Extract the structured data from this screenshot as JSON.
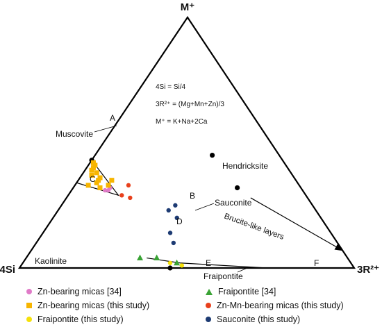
{
  "chart_data": {
    "type": "ternary_scatter",
    "apices": {
      "top": "M⁺",
      "left": "4Si",
      "right": "3R²⁺"
    },
    "formulas": [
      "4Si = Si/4",
      "3R²⁺ = (Mg+Mn+Zn)/3",
      "M⁺ = K+Na+2Ca"
    ],
    "reference_points": [
      {
        "name": "Muscovite",
        "letter": "A",
        "a": 0.57,
        "b": 0.43,
        "c": 0.0
      },
      {
        "name": "Hendricksite",
        "a": 0.2,
        "b": 0.45,
        "c": 0.35
      },
      {
        "name": "Sauconite",
        "a": 0.19,
        "b": 0.32,
        "c": 0.49
      },
      {
        "name": "Fraipontite",
        "a": 0.55,
        "b": 0.0,
        "c": 0.45
      },
      {
        "name": "Kaolinite",
        "label_only": true
      }
    ],
    "field_labels": [
      {
        "text": "A"
      },
      {
        "text": "B"
      },
      {
        "text": "C"
      },
      {
        "text": "D"
      },
      {
        "text": "E"
      },
      {
        "text": "F"
      }
    ],
    "field_polygon": [
      {
        "a": 0.57,
        "b": 0.43,
        "c": 0.0
      },
      {
        "a": 0.56,
        "b": 0.29,
        "c": 0.15
      },
      {
        "a": 0.66,
        "b": 0.34,
        "c": 0.0
      }
    ],
    "trend_line": [
      {
        "a": 0.6,
        "b": 0.04,
        "c": 0.36
      },
      {
        "a": 0.26,
        "b": 0.0,
        "c": 0.74
      }
    ],
    "arrow": {
      "label": "Brucite-like layers",
      "from": {
        "a": 0.17,
        "b": 0.28,
        "c": 0.55
      },
      "to": {
        "a": 0.0,
        "b": 0.07,
        "c": 0.93
      }
    },
    "series": [
      {
        "name": "Zn-bearing micas [34]",
        "marker": "circle",
        "color": "#e07bc8",
        "points": [
          {
            "a": 0.59,
            "b": 0.31,
            "c": 0.1
          },
          {
            "a": 0.58,
            "b": 0.31,
            "c": 0.11
          },
          {
            "a": 0.57,
            "b": 0.32,
            "c": 0.11
          }
        ]
      },
      {
        "name": "Zn-bearing micas (this study)",
        "marker": "square",
        "color": "#f7b500",
        "points": [
          {
            "a": 0.57,
            "b": 0.42,
            "c": 0.01
          },
          {
            "a": 0.57,
            "b": 0.41,
            "c": 0.02
          },
          {
            "a": 0.58,
            "b": 0.4,
            "c": 0.02
          },
          {
            "a": 0.59,
            "b": 0.39,
            "c": 0.02
          },
          {
            "a": 0.58,
            "b": 0.38,
            "c": 0.04
          },
          {
            "a": 0.6,
            "b": 0.37,
            "c": 0.03
          },
          {
            "a": 0.58,
            "b": 0.36,
            "c": 0.06
          },
          {
            "a": 0.59,
            "b": 0.35,
            "c": 0.06
          },
          {
            "a": 0.6,
            "b": 0.34,
            "c": 0.06
          },
          {
            "a": 0.55,
            "b": 0.35,
            "c": 0.1
          },
          {
            "a": 0.63,
            "b": 0.33,
            "c": 0.04
          },
          {
            "a": 0.6,
            "b": 0.32,
            "c": 0.08
          },
          {
            "a": 0.57,
            "b": 0.33,
            "c": 0.1
          }
        ]
      },
      {
        "name": "Fraipontite (this study)",
        "marker": "circle",
        "color": "#f5e10a",
        "points": [
          {
            "a": 0.54,
            "b": 0.02,
            "c": 0.44
          },
          {
            "a": 0.51,
            "b": 0.01,
            "c": 0.48
          }
        ]
      },
      {
        "name": "Fraipontite [34]",
        "marker": "triangle",
        "color": "#3aa335",
        "points": [
          {
            "a": 0.62,
            "b": 0.04,
            "c": 0.34
          },
          {
            "a": 0.57,
            "b": 0.04,
            "c": 0.39
          },
          {
            "a": 0.52,
            "b": 0.02,
            "c": 0.46
          }
        ]
      },
      {
        "name": "Zn-Mn-bearing micas (this study)",
        "marker": "circle",
        "color": "#e8401c",
        "points": [
          {
            "a": 0.51,
            "b": 0.33,
            "c": 0.16
          },
          {
            "a": 0.53,
            "b": 0.28,
            "c": 0.19
          },
          {
            "a": 0.55,
            "b": 0.29,
            "c": 0.16
          }
        ]
      },
      {
        "name": "Sauconite (this study)",
        "marker": "circle",
        "color": "#1d3b73",
        "points": [
          {
            "a": 0.41,
            "b": 0.25,
            "c": 0.34
          },
          {
            "a": 0.44,
            "b": 0.23,
            "c": 0.33
          },
          {
            "a": 0.43,
            "b": 0.2,
            "c": 0.37
          },
          {
            "a": 0.48,
            "b": 0.14,
            "c": 0.38
          },
          {
            "a": 0.49,
            "b": 0.1,
            "c": 0.41
          }
        ]
      }
    ],
    "legend_placement": "bottom"
  }
}
